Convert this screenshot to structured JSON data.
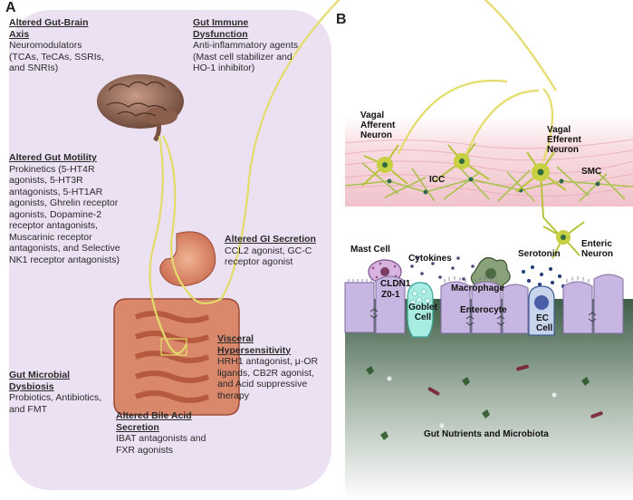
{
  "panels": {
    "a": "A",
    "b": "B"
  },
  "panel_a": {
    "brain_axis": {
      "heading": "Altered Gut-Brain Axis",
      "body": "Neuromodulators (TCAs, TeCAs, SSRIs, and SNRIs)"
    },
    "immune": {
      "heading": "Gut Immune Dysfunction",
      "body": "Anti-inflammatory agents (Mast cell stabilizer and HO-1 inhibitor)"
    },
    "motility": {
      "heading": "Altered Gut Motility",
      "body": "Prokinetics (5-HT4R agonists, 5-HT3R antagonists, 5-HT1AR agonists, Ghrelin receptor agonists, Dopamine-2 receptor antagonists, Muscarinic receptor antagonists, and Selective NK1 receptor antagonists)"
    },
    "secretion": {
      "heading": "Altered GI Secretion",
      "body": "CCL2 agonist, GC-C receptor agonist"
    },
    "visceral": {
      "heading": "Visceral Hypersensitivity",
      "body": "HRH1 antagonist, μ-OR ligands, CB2R agonist, and Acid suppressive therapy"
    },
    "microbial": {
      "heading": "Gut Microbial Dysbiosis",
      "body": "Probiotics, Antibiotics, and FMT"
    },
    "bile": {
      "heading": "Altered Bile Acid Secretion",
      "body": "IBAT antagonists and FXR agonists"
    }
  },
  "panel_b": {
    "vagal_afferent": "Vagal Afferent Neuron",
    "vagal_efferent": "Vagal Efferent Neuron",
    "icc": "ICC",
    "smc": "SMC",
    "mast_cell": "Mast Cell",
    "cytokines": "Cytokines",
    "macrophage": "Macrophage",
    "serotonin": "Serotonin",
    "enteric": "Enteric Neuron",
    "cldn1": "CLDN1",
    "zo1": "Z0-1",
    "goblet": "Goblet Cell",
    "enterocyte": "Enterocyte",
    "ec_cell": "EC Cell",
    "nutrients": "Gut Nutrients and Microbiota"
  },
  "colors": {
    "panel_bg": "#ece1f3",
    "nerve": "#e3dc6a",
    "lumen": "#2f4f3a",
    "muscle": "#f3c6cf",
    "epithelium": "#c8b6e2",
    "goblet": "#a8ece3",
    "ec": "#c7d4ec"
  }
}
